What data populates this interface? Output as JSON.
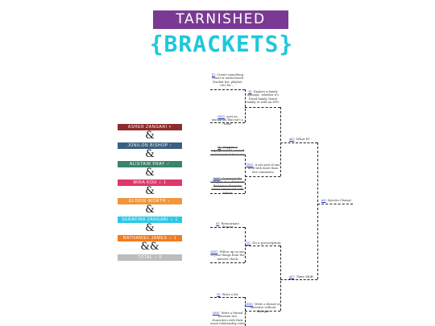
{
  "logo": {
    "top": "TARNISHED",
    "bottom": "{BRACKETS}"
  },
  "roster": {
    "entries": [
      {
        "label": "ASHER ZANGARI ×",
        "color": "#8e2b2b"
      },
      {
        "label": "JONILON BISHOP ↑",
        "color": "#3a5f82"
      },
      {
        "label": "ALISTAIR FRAY ♂",
        "color": "#3b8468"
      },
      {
        "label": "MIRA KOU ♀ 1",
        "color": "#e0386b"
      },
      {
        "label": "ELODIE WORTH ♀",
        "color": "#f0963c"
      },
      {
        "label": "SERAFINA ZANGARI ♀ 1",
        "color": "#2ec8e6"
      },
      {
        "label": "NATHANIEL JAMES ♂ 1",
        "color": "#f07c22"
      },
      {
        "label": "TOTAL ♂ 6",
        "color": "#bdbdbd"
      }
    ],
    "separators": [
      "&",
      "&",
      "&",
      "&",
      "&",
      "&",
      "&&"
    ]
  },
  "bracket": {
    "r1": [
      {
        "tag": "IC",
        "text": "Create something visual or audio-based (bucket list, playlist, etc) for ..."
      },
      {
        "tag": "OOC",
        "text": "post an instagram that isn't a selfie"
      },
      {
        "tag": "IC",
        "text": "Support a superpowerful created and unnamed fracture",
        "struck": true
      },
      {
        "tag": "OOC",
        "text": "Comment the last post of a character that your character hasn't interacted with before",
        "struck": true
      },
      {
        "tag": "IC",
        "text": "Reincarnate despair"
      },
      {
        "tag": "OOC",
        "text": "Follow up on one of your things from the interest check"
      },
      {
        "tag": "IC",
        "text": "Write a list"
      },
      {
        "tag": "OOC",
        "text": "Write a thread between two characters with their usual relationship roles"
      }
    ],
    "r2": [
      {
        "tag": "IC",
        "text": "Explore a family dynamic, whether it's blood family, found family or with an NPC"
      },
      {
        "tag": "OOC",
        "text": "A net post of any kind with more than five comments"
      },
      {
        "tag": "IC",
        "text": "Do a prescription"
      },
      {
        "tag": "OOC",
        "text": "Write a thread or narrative without dialogue"
      }
    ],
    "r3": [
      {
        "tag": "AU",
        "text": "What If?"
      },
      {
        "tag": "AU",
        "text": "Time Shift"
      }
    ],
    "final": {
      "tag": "AU",
      "text": "Species Change"
    }
  }
}
